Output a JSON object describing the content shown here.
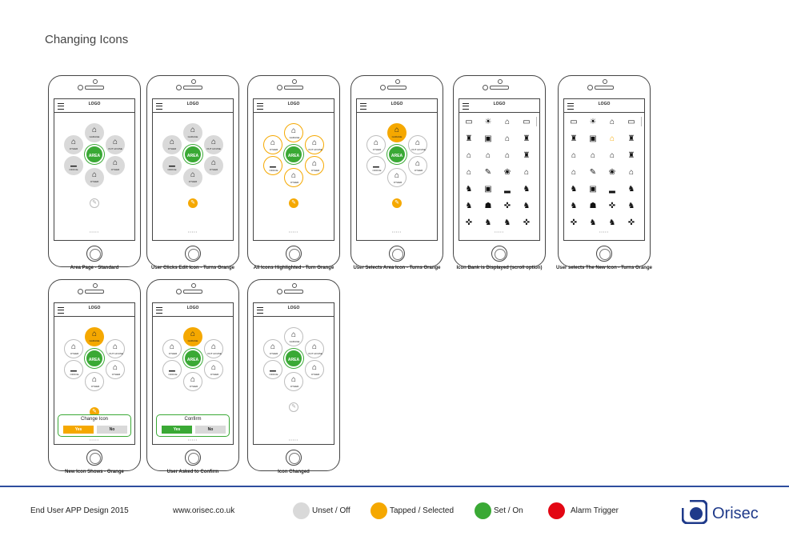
{
  "page": {
    "title": "Changing Icons"
  },
  "screen": {
    "logo": "LOGO",
    "dots": "•••••"
  },
  "dial_labels": {
    "area": "AREA",
    "garage": "GARAGE",
    "outhouse": "OUT HOUSE",
    "other": "OTHER",
    "office": "OFFICE"
  },
  "popups": {
    "change_icon": {
      "title": "Change Icon",
      "yes": "Yes",
      "no": "No"
    },
    "confirm": {
      "title": "Confirm",
      "yes": "Yes",
      "no": "No"
    }
  },
  "captions": [
    "Area Page - Standard",
    "User Clicks Edit Icon - Turns Orange",
    "All Icons Highlighted - Turn Orange",
    "User Selects Area Icon - Turns Orange",
    "Icon Bank is Displayed (scroll option)",
    "User selects The New Icon - Turns Orange",
    "New Icon Shows - Orange",
    "User Asked to Confirm",
    "Icon Changed"
  ],
  "footer": {
    "project": "End User APP Design 2015",
    "url": "www.orisec.co.uk",
    "legend": [
      {
        "label": "Unset / Off",
        "color": "#d9d9d9"
      },
      {
        "label": "Tapped / Selected",
        "color": "#f5a800"
      },
      {
        "label": "Set / On",
        "color": "#3aa935"
      },
      {
        "label": "Alarm Trigger",
        "color": "#e30613"
      }
    ],
    "brand": "Orisec"
  },
  "icon_bank_icons": [
    "table",
    "sun",
    "house-2",
    "table",
    "chair",
    "bag",
    "garage",
    "chair",
    "house",
    "warehouse",
    "garage",
    "chair",
    "house-heart",
    "gun",
    "paw",
    "house",
    "dog",
    "tv",
    "boat",
    "dog",
    "cat",
    "people",
    "gamepad",
    "cat",
    "gamepad",
    "cat",
    "cat",
    "gamepad"
  ]
}
